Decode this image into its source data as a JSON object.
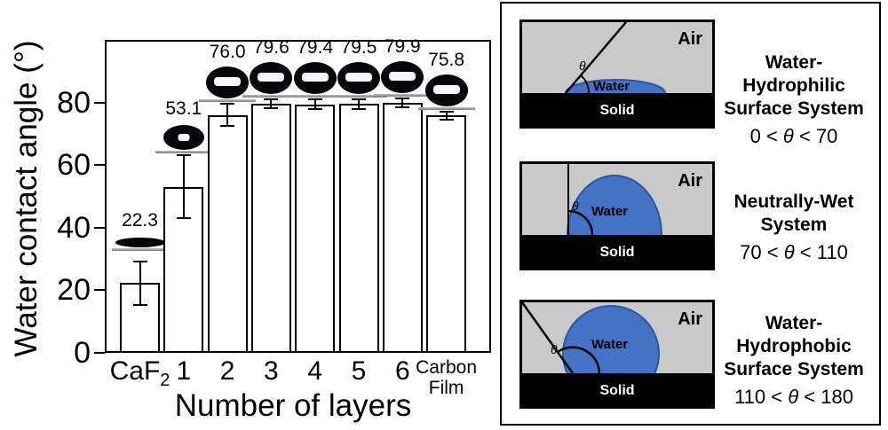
{
  "chart_data": {
    "type": "bar",
    "title": "",
    "xlabel": "Number of layers",
    "ylabel": "Water contact angle (°)",
    "categories": [
      "CaF₂",
      "1",
      "2",
      "3",
      "4",
      "5",
      "6",
      "Carbon Film"
    ],
    "values": [
      22.3,
      53.1,
      76.0,
      79.6,
      79.4,
      79.5,
      79.9,
      75.8
    ],
    "value_labels": [
      "22.3",
      "53.1",
      "76.0",
      "79.6",
      "79.4",
      "79.5",
      "79.9",
      "75.8"
    ],
    "errors": [
      7,
      10,
      3.5,
      1.5,
      1.5,
      1.5,
      1.5,
      1.2
    ],
    "ylim": [
      0,
      100
    ],
    "yticks": [
      0,
      20,
      40,
      60,
      80
    ],
    "grid": false,
    "bar_fill": "#ffffff",
    "bar_border": "#000000",
    "annotation": "side-view droplet photograph above each bar",
    "droplet_shapes": [
      "flat",
      "dome",
      "round",
      "round",
      "round",
      "round",
      "round",
      "round"
    ]
  },
  "wetting_panel": {
    "colors": {
      "air": "#c9c9c9",
      "water": "#4472c4",
      "water_border": "#2b579a",
      "solid": "#000000"
    },
    "systems": [
      {
        "title_line1": "Water-Hydrophilic",
        "title_line2": "Surface System",
        "range": "0 < θ < 70",
        "air_label": "Air",
        "water_label": "Water",
        "solid_label": "Solid",
        "theta_label": "θ"
      },
      {
        "title_line1": "Neutrally-Wet",
        "title_line2": "System",
        "range": "70 < θ < 110",
        "air_label": "Air",
        "water_label": "Water",
        "solid_label": "Solid",
        "theta_label": "θ"
      },
      {
        "title_line1": "Water-Hydrophobic",
        "title_line2": "Surface System",
        "range": "110 < θ < 180",
        "air_label": "Air",
        "water_label": "Water",
        "solid_label": "Solid",
        "theta_label": "θ"
      }
    ]
  }
}
